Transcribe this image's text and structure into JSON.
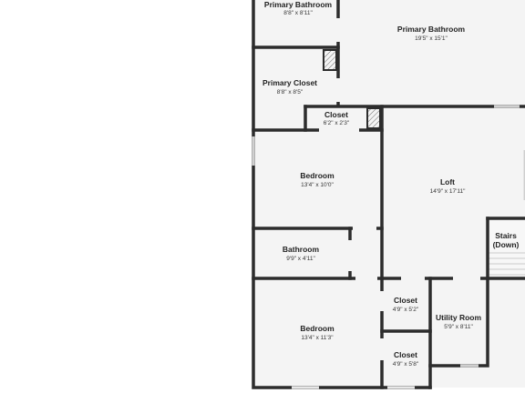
{
  "rooms": [
    {
      "name": "Primary Bathroom",
      "dims": "8'8\" x 8'11\""
    },
    {
      "name": "Primary Bathroom",
      "dims": "19'5\" x 15'1\""
    },
    {
      "name": "Primary Closet",
      "dims": "8'8\" x 8'5\""
    },
    {
      "name": "Closet",
      "dims": "6'2\" x 2'3\""
    },
    {
      "name": "Bedroom",
      "dims": "13'4\" x 10'0\""
    },
    {
      "name": "Loft",
      "dims": "14'9\" x 17'11\""
    },
    {
      "name": "Stairs",
      "name2": "(Down)"
    },
    {
      "name": "Bathroom",
      "dims": "9'9\" x 4'11\""
    },
    {
      "name": "Closet",
      "dims": "4'9\" x 5'2\""
    },
    {
      "name": "Utility Room",
      "dims": "5'9\" x 8'11\""
    },
    {
      "name": "Bedroom",
      "dims": "13'4\" x 11'3\""
    },
    {
      "name": "Closet",
      "dims": "4'9\" x 5'8\""
    }
  ]
}
